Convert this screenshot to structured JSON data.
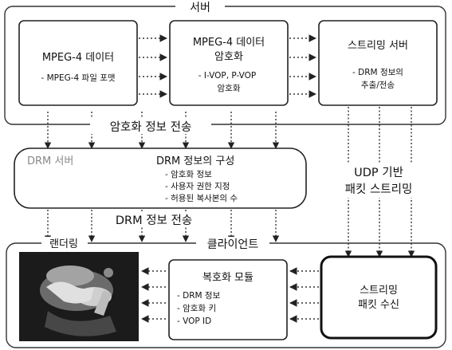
{
  "server": {
    "title": "서버",
    "mpeg4_box": {
      "title": "MPEG-4 데이터",
      "items": [
        "- MPEG-4 파일 포맷"
      ]
    },
    "encrypt_box": {
      "title_line1": "MPEG-4 데이터",
      "title_line2": "암호화",
      "items": [
        "- I-VOP, P-VOP",
        "암호화"
      ]
    },
    "streaming_box": {
      "title": "스트리밍 서버",
      "items": [
        "- DRM 정보의",
        "추출/전송"
      ]
    }
  },
  "labels": {
    "encrypt_info_transfer": "암호화 정보 전송",
    "drm_info_transfer": "DRM 정보 전송",
    "udp_line1": "UDP 기반",
    "udp_line2": "패킷 스트리밍"
  },
  "drm_server": {
    "title": "DRM 서버",
    "section_title": "DRM 정보의 구성",
    "items": [
      "- 암호화 정보",
      "- 사용자 권한 지정",
      "- 허용된 복사본의 수"
    ]
  },
  "client": {
    "title": "클라이언트",
    "rendering_label": "랜더링",
    "decrypt_box": {
      "title": "복호화 모듈",
      "items": [
        "- DRM 정보",
        "- 암호화 키",
        "- VOP ID"
      ]
    },
    "packet_box": {
      "line1": "스트리밍",
      "line2": "패킷 수신"
    }
  }
}
